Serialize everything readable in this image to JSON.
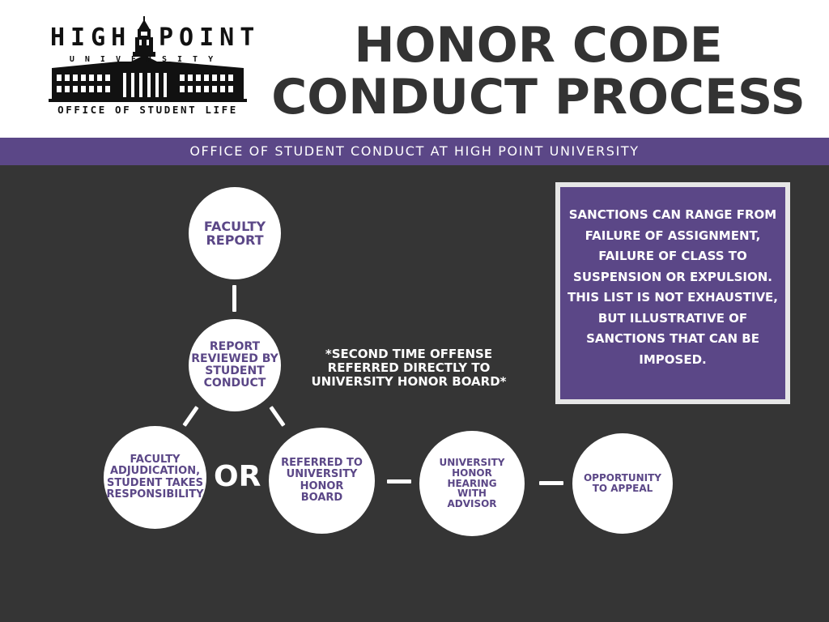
{
  "logo": {
    "word_left": "HIGH",
    "word_right": "POINT",
    "university": "UNIVERSITY",
    "subtitle": "OFFICE OF STUDENT LIFE"
  },
  "title": {
    "line1": "HONOR CODE",
    "line2": "CONDUCT PROCESS"
  },
  "band": {
    "text": "OFFICE OF STUDENT CONDUCT AT HIGH POINT UNIVERSITY"
  },
  "flow": {
    "faculty_report": "FACULTY REPORT",
    "report_reviewed": "REPORT REVIEWED BY STUDENT CONDUCT",
    "faculty_adjudication": "FACULTY ADJUDICATION, STUDENT TAKES RESPONSIBILITY",
    "or_label": "OR",
    "referred_board": "REFERRED TO UNIVERSITY HONOR BOARD",
    "honor_hearing": "UNIVERSITY HONOR HEARING WITH ADVISOR",
    "appeal": "OPPORTUNITY TO APPEAL"
  },
  "note": {
    "second_offense": "*SECOND TIME OFFENSE REFERRED DIRECTLY TO UNIVERSITY HONOR BOARD*"
  },
  "sanctions": {
    "text": "SANCTIONS CAN RANGE FROM FAILURE OF ASSIGNMENT, FAILURE OF CLASS TO SUSPENSION OR EXPULSION. THIS LIST IS NOT EXHAUSTIVE, BUT ILLUSTRATIVE OF SANCTIONS THAT CAN BE IMPOSED."
  },
  "colors": {
    "purple": "#5b4787",
    "dark_bg": "#353535",
    "title_gray": "#333333",
    "box_border": "#e6e6e6"
  }
}
